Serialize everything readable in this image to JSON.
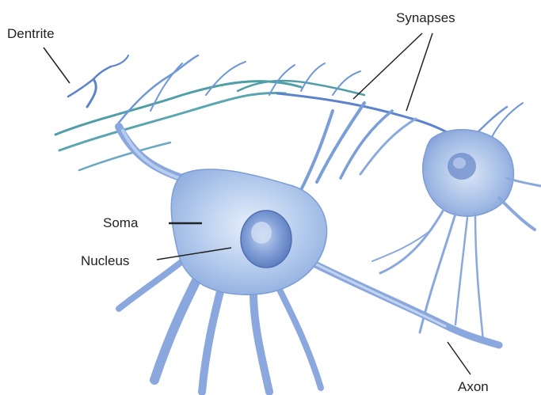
{
  "labels": {
    "dentrite": "Dentrite",
    "synapses": "Synapses",
    "soma": "Soma",
    "nucleus": "Nucleus",
    "axon": "Axon"
  },
  "colors": {
    "cell_fill": "#a9c4e8",
    "cell_edge": "#6d8fcf",
    "cell_light": "#dde8f7",
    "nucleus": "#5f83c4",
    "dendrite_strand": "#4f9ea8",
    "leader_line": "#222222"
  }
}
